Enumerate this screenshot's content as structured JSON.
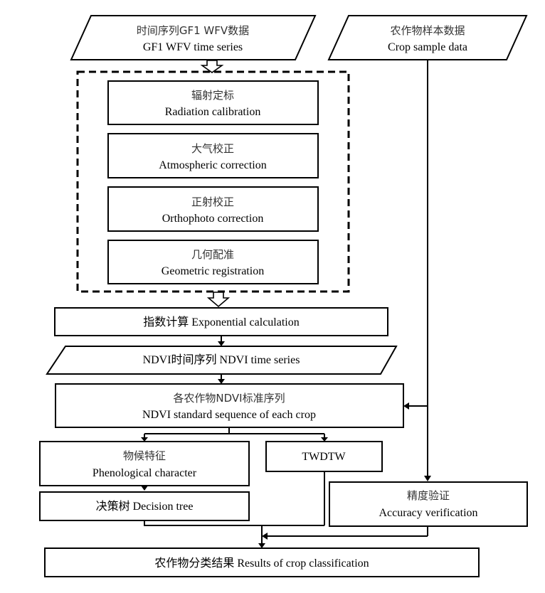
{
  "nodes": {
    "gf1_series": {
      "zh": "时间序列GF1 WFV数据",
      "en": "GF1 WFV time series"
    },
    "crop_sample": {
      "zh": "农作物样本数据",
      "en": "Crop sample data"
    },
    "radiation": {
      "zh": "辐射定标",
      "en": "Radiation calibration"
    },
    "atmospheric": {
      "zh": "大气校正",
      "en": "Atmospheric correction"
    },
    "orthophoto": {
      "zh": "正射校正",
      "en": "Orthophoto correction"
    },
    "geometric": {
      "zh": "几何配准",
      "en": "Geometric registration"
    },
    "exponential": {
      "text": "指数计算 Exponential calculation"
    },
    "ndvi_series": {
      "text": "NDVI时间序列 NDVI time series"
    },
    "ndvi_standard": {
      "zh": "各农作物NDVI标准序列",
      "en": "NDVI standard sequence of each crop"
    },
    "phenological": {
      "zh": "物候特征",
      "en": "Phenological character"
    },
    "twdtw": {
      "text": "TWDTW"
    },
    "decision_tree": {
      "text": "决策树 Decision tree"
    },
    "accuracy": {
      "zh": "精度验证",
      "en": "Accuracy verification"
    },
    "result": {
      "text": "农作物分类结果 Results of crop classification"
    }
  }
}
